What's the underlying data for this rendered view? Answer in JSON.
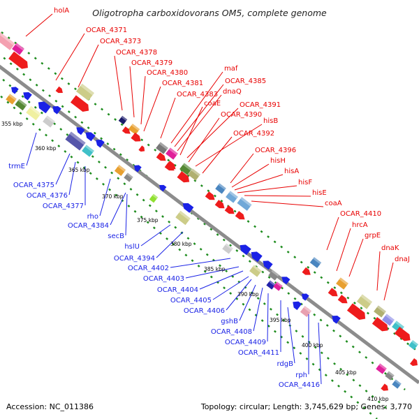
{
  "title": "Oligotropha carboxidovorans OM5, complete genome",
  "footer": {
    "accession": "Accession: NC_011386",
    "summary": "Topology: circular; Length: 3,745,629 bp; Genes: 3,770"
  },
  "colors": {
    "forward": "#ee1c1c",
    "reverse": "#1a22e6",
    "backbone": "#8c8c8c",
    "ticks": "#1e8c1e"
  },
  "kbp_ticks": [
    "355 kbp",
    "360 kbp",
    "365 kbp",
    "370 kbp",
    "375 kbp",
    "380 kbp",
    "385 kbp",
    "390 kbp",
    "395 kbp",
    "400 kbp",
    "405 kbp",
    "410 kbp"
  ],
  "labels_forward": [
    "holA",
    "OCAR_4371",
    "OCAR_4373",
    "OCAR_4378",
    "OCAR_4379",
    "OCAR_4380",
    "OCAR_4381",
    "OCAR_4383",
    "maf",
    "OCAR_4385",
    "dnaQ",
    "coaE",
    "OCAR_4390",
    "OCAR_4391",
    "hisB",
    "OCAR_4392",
    "OCAR_4396",
    "hisH",
    "hisA",
    "hisF",
    "hisE",
    "coaA",
    "OCAR_4410",
    "hrcA",
    "grpE",
    "dnaK",
    "dnaJ"
  ],
  "labels_reverse": [
    "trmE",
    "OCAR_4375",
    "OCAR_4376",
    "OCAR_4377",
    "rho",
    "OCAR_4384",
    "secB",
    "hslU",
    "OCAR_4394",
    "OCAR_4402",
    "OCAR_4403",
    "OCAR_4404",
    "OCAR_4405",
    "OCAR_4406",
    "gshB",
    "OCAR_4408",
    "OCAR_4409",
    "OCAR_4411",
    "rdgB",
    "rph",
    "OCAR_4416"
  ]
}
